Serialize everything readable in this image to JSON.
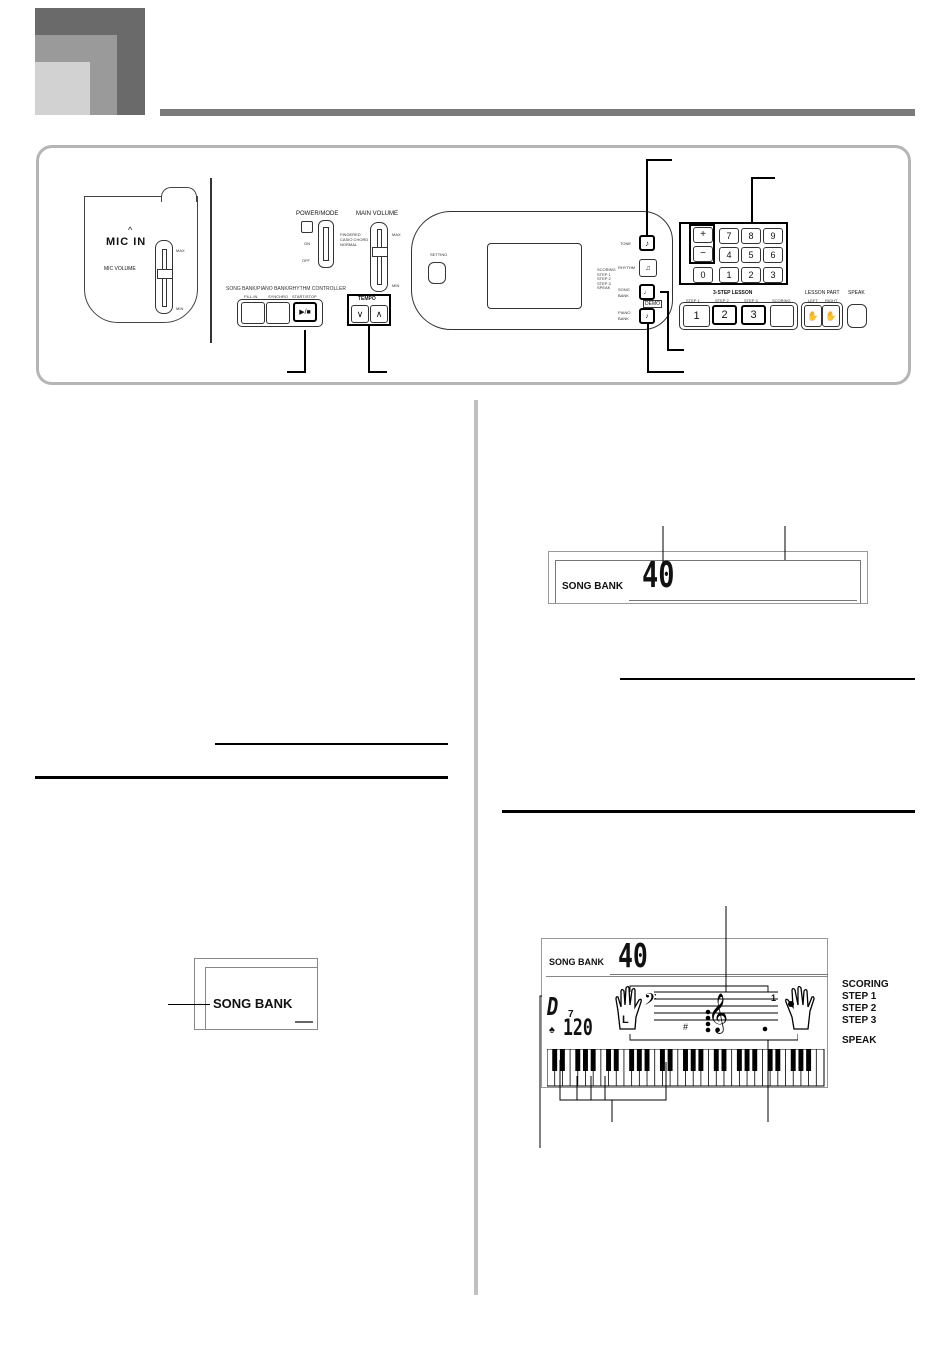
{
  "panel": {
    "mic_in": "MIC IN",
    "mic_volume": "MIC VOLUME",
    "max": "MAX",
    "min": "MIN",
    "power_mode": "POWER/MODE",
    "on": "ON",
    "off": "OFF",
    "power_modes": [
      "FINGERED",
      "CASIO CHORD",
      "NORMAL"
    ],
    "main_volume": "MAIN VOLUME",
    "controller_label": "SONG BANK/PIANO BANK/RHYTHM CONTROLLER",
    "fill_in": "FILL-IN",
    "synchro": "SYNCHRO",
    "start_stop": "START/STOP",
    "start_stop_symbol": "▶/■",
    "tempo": "TEMPO",
    "tempo_down": "∨",
    "tempo_up": "∧",
    "setting": "SETTING",
    "tone": "TONE",
    "rhythm": "RHYTHM",
    "song_bank": "SONG BANK",
    "piano_bank": "PIANO BANK",
    "demo": "DEMO",
    "lcd_side": [
      "SCORING",
      "STEP 1",
      "STEP 2",
      "STEP 3",
      "SPEAK"
    ],
    "numpad": [
      "7",
      "8",
      "9",
      "4",
      "5",
      "6",
      "0",
      "1",
      "2",
      "3"
    ],
    "plus": "+",
    "minus": "−",
    "lesson_title": "3-STEP LESSON",
    "step1": "STEP 1",
    "step2": "STEP 2",
    "step3": "STEP 3",
    "scoring": "SCORING",
    "step_buttons": [
      "1",
      "2",
      "3"
    ],
    "lesson_part": "LESSON PART",
    "left": "LEFT",
    "right": "RIGHT",
    "speak": "SPEAK"
  },
  "display1": {
    "label": "SONG BANK",
    "number": "40"
  },
  "display2": {
    "label": "SONG BANK"
  },
  "display3": {
    "label": "SONG BANK",
    "number": "40",
    "chord": "D",
    "beat": "7",
    "tempo_value": "120",
    "left_hand": "L",
    "finger": "1",
    "sharp": "#",
    "status": [
      "SCORING",
      "STEP 1",
      "STEP 2",
      "STEP 3",
      "SPEAK"
    ]
  }
}
